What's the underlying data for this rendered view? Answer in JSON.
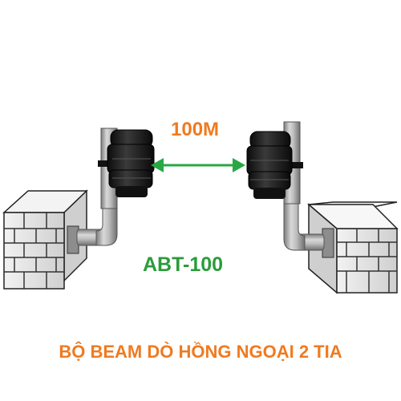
{
  "labels": {
    "range": "100M",
    "model": "ABT-100",
    "headline": "BỘ BEAM DÒ HỒNG NGOẠI 2 TIA"
  },
  "colors": {
    "range_text": "#f07a1f",
    "model_text": "#2a9c3a",
    "headline_text": "#f07a1f",
    "beam_arrow": "#27a844",
    "sensor_body": "#1b1b1b",
    "pole_metal": "#a9a9a9"
  },
  "icons": {
    "beam_arrow": "double-arrow-icon",
    "left_sensor": "infrared-sensor-icon",
    "right_sensor": "infrared-sensor-icon"
  }
}
